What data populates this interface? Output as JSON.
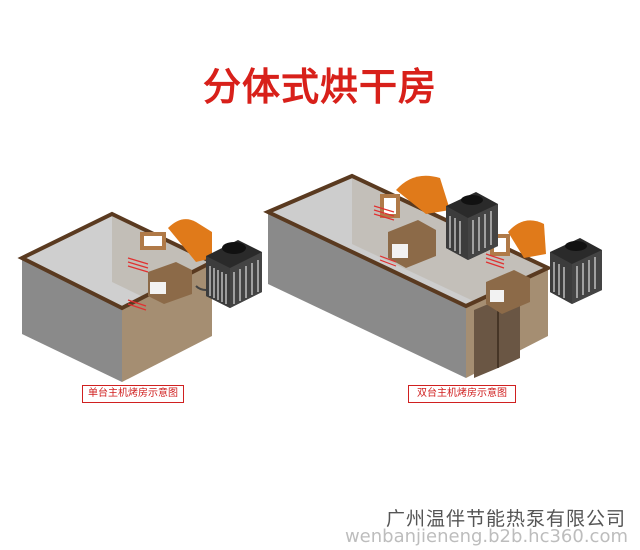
{
  "title": "分体式烘干房",
  "left_caption": "单台主机烤房示意图",
  "right_caption": "双台主机烤房示意图",
  "company": "广州温伴节能热泵有限公司",
  "watermark": "wenbanjieneng.b2b.hc360.com",
  "colors": {
    "title": "#d8201a",
    "caption_border": "#d02020",
    "wall": "#8a8a8a",
    "duct": "#e07a1a"
  },
  "icons": [
    "heat-pump-unit",
    "air-duct",
    "airflow-arrow",
    "double-door"
  ]
}
